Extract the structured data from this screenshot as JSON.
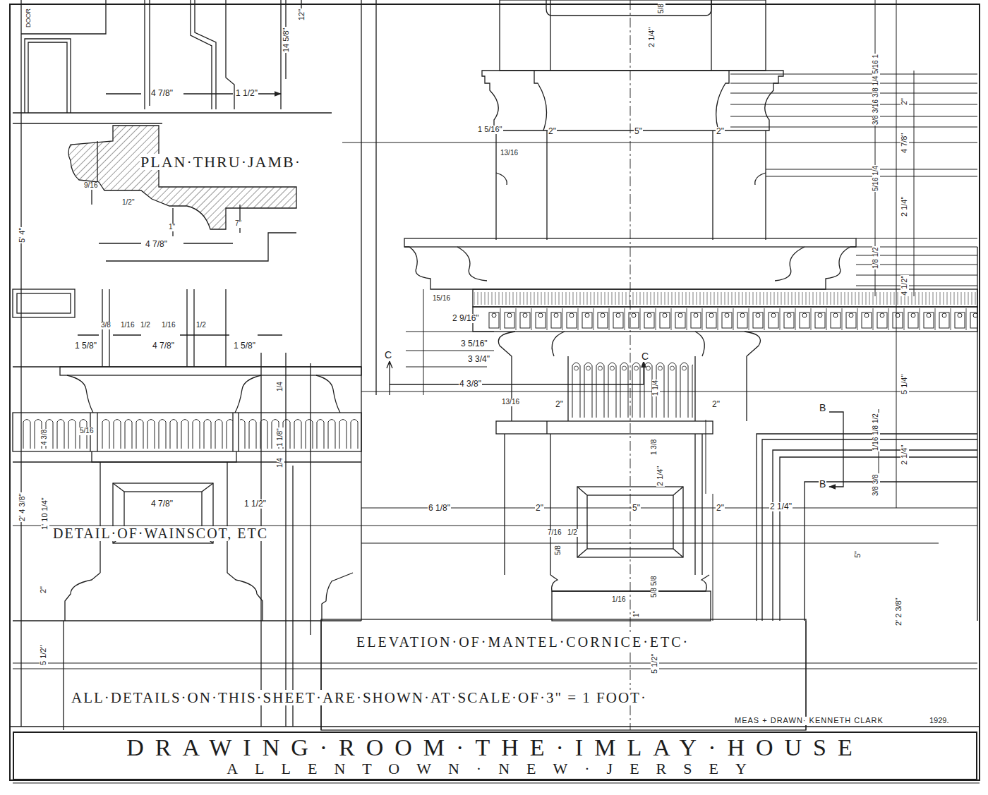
{
  "diagram": {
    "nodes": [
      {
        "text": [
          "DRAWING·ROOM·THE·IMLAY·HOUSE",
          "ALLENTOWN·NEW·JERSEY"
        ]
      }
    ],
    "labels": [
      "DOOR",
      "14 5/8\"",
      "12\"",
      "4 7/8\"",
      "1 1/2\"",
      "PLAN·THRU·JAMB·",
      "9/16",
      "1/2\"",
      "1\"",
      "7\"",
      "4 7/8\"",
      "5' 4\"",
      "3/8",
      "1/16",
      "1/2",
      "1/16",
      "1/2",
      "1 5/8\"",
      "4 7/8\"",
      "1 5/8\"",
      "1/4",
      "4 3/8",
      "5/16",
      "1 1/8\"",
      "1/4",
      "2' 4 3/8\"",
      "1' 10 1/4\"",
      "4 7/8\"",
      "1 1/2\"",
      "DETAIL·OF·WAINSCOT, ETC",
      "2\"",
      "5 1/2\"",
      "5/8",
      "2 1/4\"",
      "1 5/16\"",
      "2\"",
      "5\"",
      "2\"",
      "13/16",
      "3/8 3/16 3/8 1/4 5/16 1",
      "2\"",
      "4 7/8\"",
      "5/16 1/4",
      "2 1/4\"",
      "1/8 1/2",
      "4 1/2\"",
      "15/16",
      "2 9/16\"",
      "3 5/16\"",
      "3 3/4\"",
      "C",
      "C",
      "4 3/8\"",
      "1 1/4",
      "5 1/4\"",
      "13/16",
      "2\"",
      "2\"",
      "B",
      "B",
      "1/16 1/8 1/2",
      "2 1/4\"",
      "3/8 3/8",
      "1 3/8",
      "2 1/4\"",
      "6 1/8\"",
      "2\"",
      "5\"",
      "2\"",
      "2 1/4\"",
      "7/16",
      "1/2",
      "5/8",
      "5\"",
      "5/8 5/8",
      "1/16",
      "1\"",
      "2' 2 3/8\"",
      "ELEVATION·OF·MANTEL·CORNICE·ETC·",
      "5 1/2\"",
      "ALL·DETAILS·ON·THIS·SHEET·ARE·SHOWN·AT·SCALE·OF·3\" = 1 FOOT·",
      "MEAS + DRAWN· KENNETH CLARK",
      "1929."
    ]
  }
}
